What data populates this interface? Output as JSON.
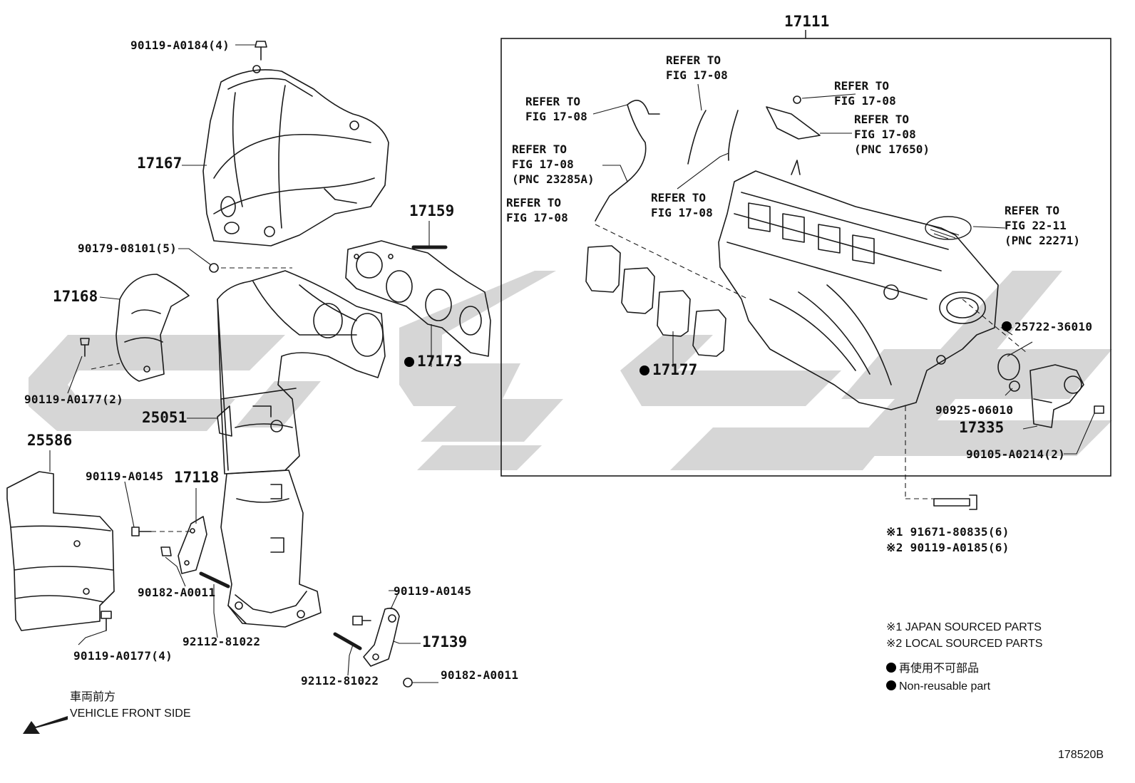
{
  "assembly_label": "17111",
  "parts": {
    "p17167": "17167",
    "p17168": "17168",
    "p25051": "25051",
    "p25586": "25586",
    "p17118": "17118",
    "p17159": "17159",
    "p17173": "17173",
    "p17177": "17177",
    "p17139": "17139",
    "p17335": "17335",
    "b_90119_A0184": "90119-A0184(4)",
    "b_90179_08101": "90179-08101(5)",
    "b_90119_A0177_2": "90119-A0177(2)",
    "b_90119_A0145_a": "90119-A0145",
    "b_90182_A0011_a": "90182-A0011",
    "b_92112_81022_a": "92112-81022",
    "b_90119_A0177_4": "90119-A0177(4)",
    "b_90119_A0145_b": "90119-A0145",
    "b_92112_81022_b": "92112-81022",
    "b_90182_A0011_b": "90182-A0011",
    "b_25722_36010": "25722-36010",
    "b_90925_06010": "90925-06010",
    "b_90105_A0214": "90105-A0214(2)",
    "b_91671_80835": "※1 91671-80835(6)",
    "b_90119_A0185": "※2 90119-A0185(6)"
  },
  "refs": {
    "r1": "REFER TO\nFIG 17-08",
    "r2": "REFER TO\nFIG 17-08",
    "r3": "REFER TO\nFIG 17-08",
    "r4": "REFER TO\nFIG 17-08\n(PNC 17650)",
    "r5": "REFER TO\nFIG 17-08\n(PNC 23285A)",
    "r6": "REFER TO\nFIG 17-08",
    "r7": "REFER TO\nFIG 17-08",
    "r8": "REFER TO\nFIG 22-11\n(PNC 22271)"
  },
  "legend": {
    "japan": "※1 JAPAN SOURCED PARTS",
    "local": "※2 LOCAL SOURCED PARTS",
    "nonreuse_jp": "再使用不可部品",
    "nonreuse_en": "Non-reusable part"
  },
  "direction": {
    "jp": "車両前方",
    "en": "VEHICLE FRONT SIDE"
  },
  "figure_id": "178520B",
  "colors": {
    "line": "#1a1a1a",
    "watermark": "#cfcfcf"
  }
}
